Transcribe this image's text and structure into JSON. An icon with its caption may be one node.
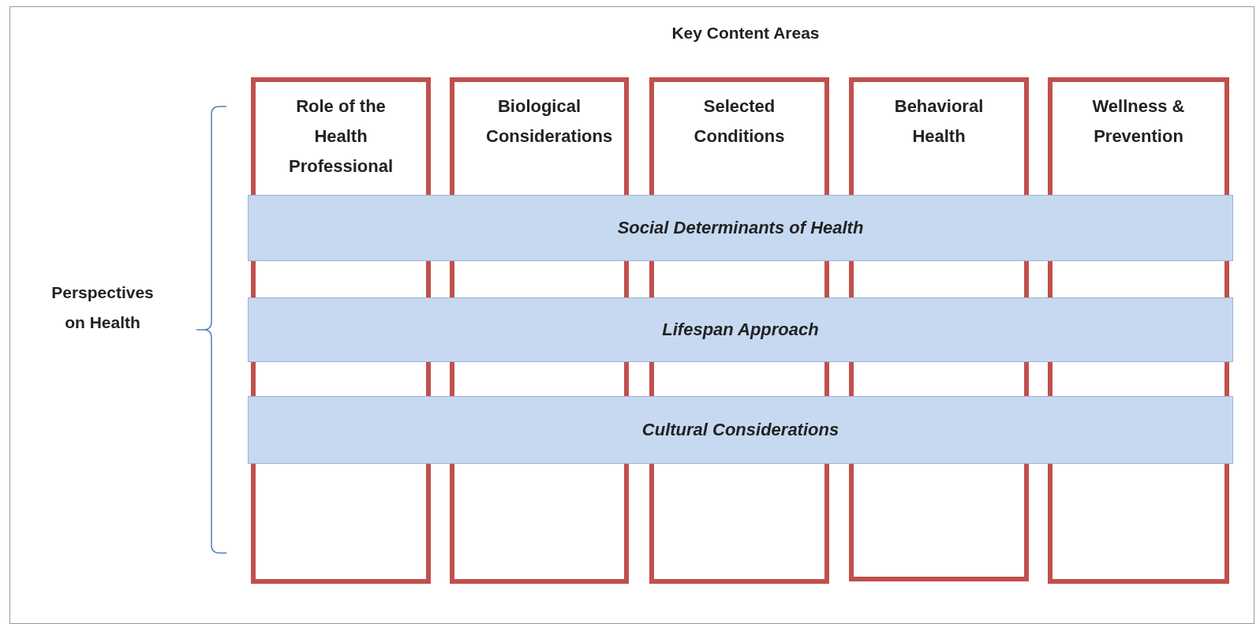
{
  "diagram": {
    "title": "Key Content Areas",
    "nodes": [
      {
        "text": [
          "Role of the Health Professional"
        ]
      },
      {
        "text": [
          "Biological Considerations"
        ]
      },
      {
        "text": [
          "Selected Conditions"
        ]
      },
      {
        "text": [
          "Behavioral Health"
        ]
      },
      {
        "text": [
          "Wellness & Prevention"
        ]
      },
      {
        "text": [
          "Social Determinants of Health"
        ]
      },
      {
        "text": [
          "Lifespan Approach"
        ]
      },
      {
        "text": [
          "Cultural Considerations"
        ]
      }
    ],
    "labels": [
      "Perspectives on Health"
    ]
  }
}
